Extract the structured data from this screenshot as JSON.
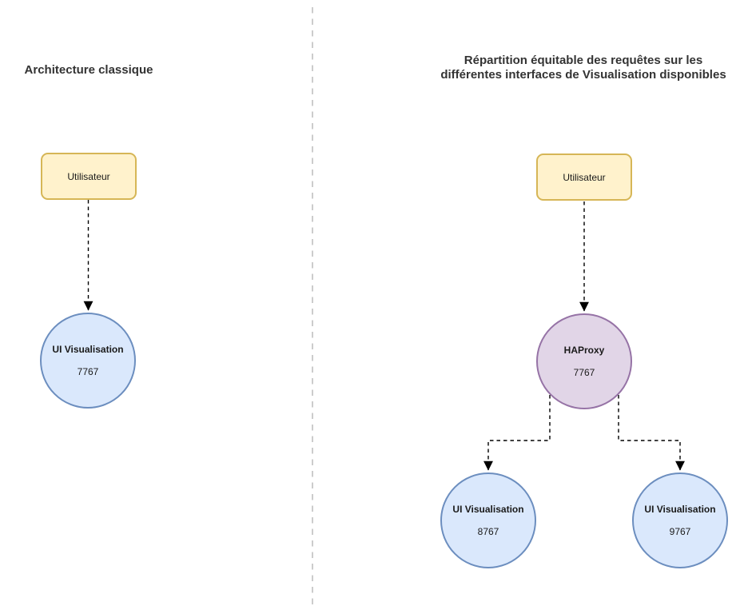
{
  "left_panel": {
    "title": "Architecture classique",
    "user_box": {
      "label": "Utilisateur"
    },
    "ui_node": {
      "label": "UI Visualisation",
      "port": "7767"
    }
  },
  "right_panel": {
    "title_lines": [
      "Répartition équitable des requêtes sur les",
      "différentes interfaces de Visualisation disponibles"
    ],
    "user_box": {
      "label": "Utilisateur"
    },
    "haproxy_node": {
      "label": "HAProxy",
      "port": "7767"
    },
    "ui_nodes": [
      {
        "label": "UI Visualisation",
        "port": "8767"
      },
      {
        "label": "UI Visualisation",
        "port": "9767"
      }
    ]
  },
  "colors": {
    "user_box_fill": "#FFF2CC",
    "user_box_stroke": "#D6B656",
    "ui_node_fill": "#DAE8FC",
    "ui_node_stroke": "#6C8EBF",
    "haproxy_fill": "#E1D5E7",
    "haproxy_stroke": "#9673A6",
    "edge_color": "#000000",
    "divider_color": "#CCCCCC",
    "title_color": "#333333"
  }
}
